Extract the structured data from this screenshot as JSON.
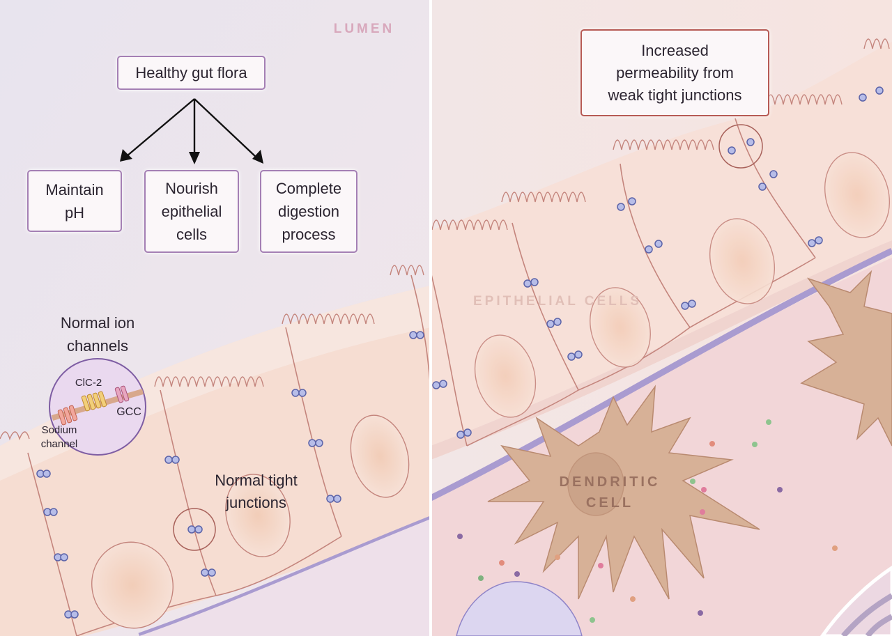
{
  "regions": {
    "lumen": "LUMEN",
    "epithelial": "EPITHELIAL CELLS",
    "dendritic": "DENDRITIC\nCELL"
  },
  "flora": {
    "root": "Healthy gut flora",
    "children": [
      "Maintain\npH",
      "Nourish\nepithelial\ncells",
      "Complete\ndigestion\nprocess"
    ]
  },
  "ion": {
    "title": "Normal ion\nchannels",
    "clc": "ClC-2",
    "gcc": "GCC",
    "sodium": "Sodium\nchannel"
  },
  "tight": "Normal tight\njunctions",
  "permeability": "Increased\npermeability from\nweak tight junctions",
  "colors": {
    "box_border": "#a47fb4",
    "alert_border": "#b65a55",
    "cell_outline": "#c4857d",
    "membrane": "#a99bd0",
    "junction": "#8e9ad8",
    "dendritic": "#c9a188"
  }
}
